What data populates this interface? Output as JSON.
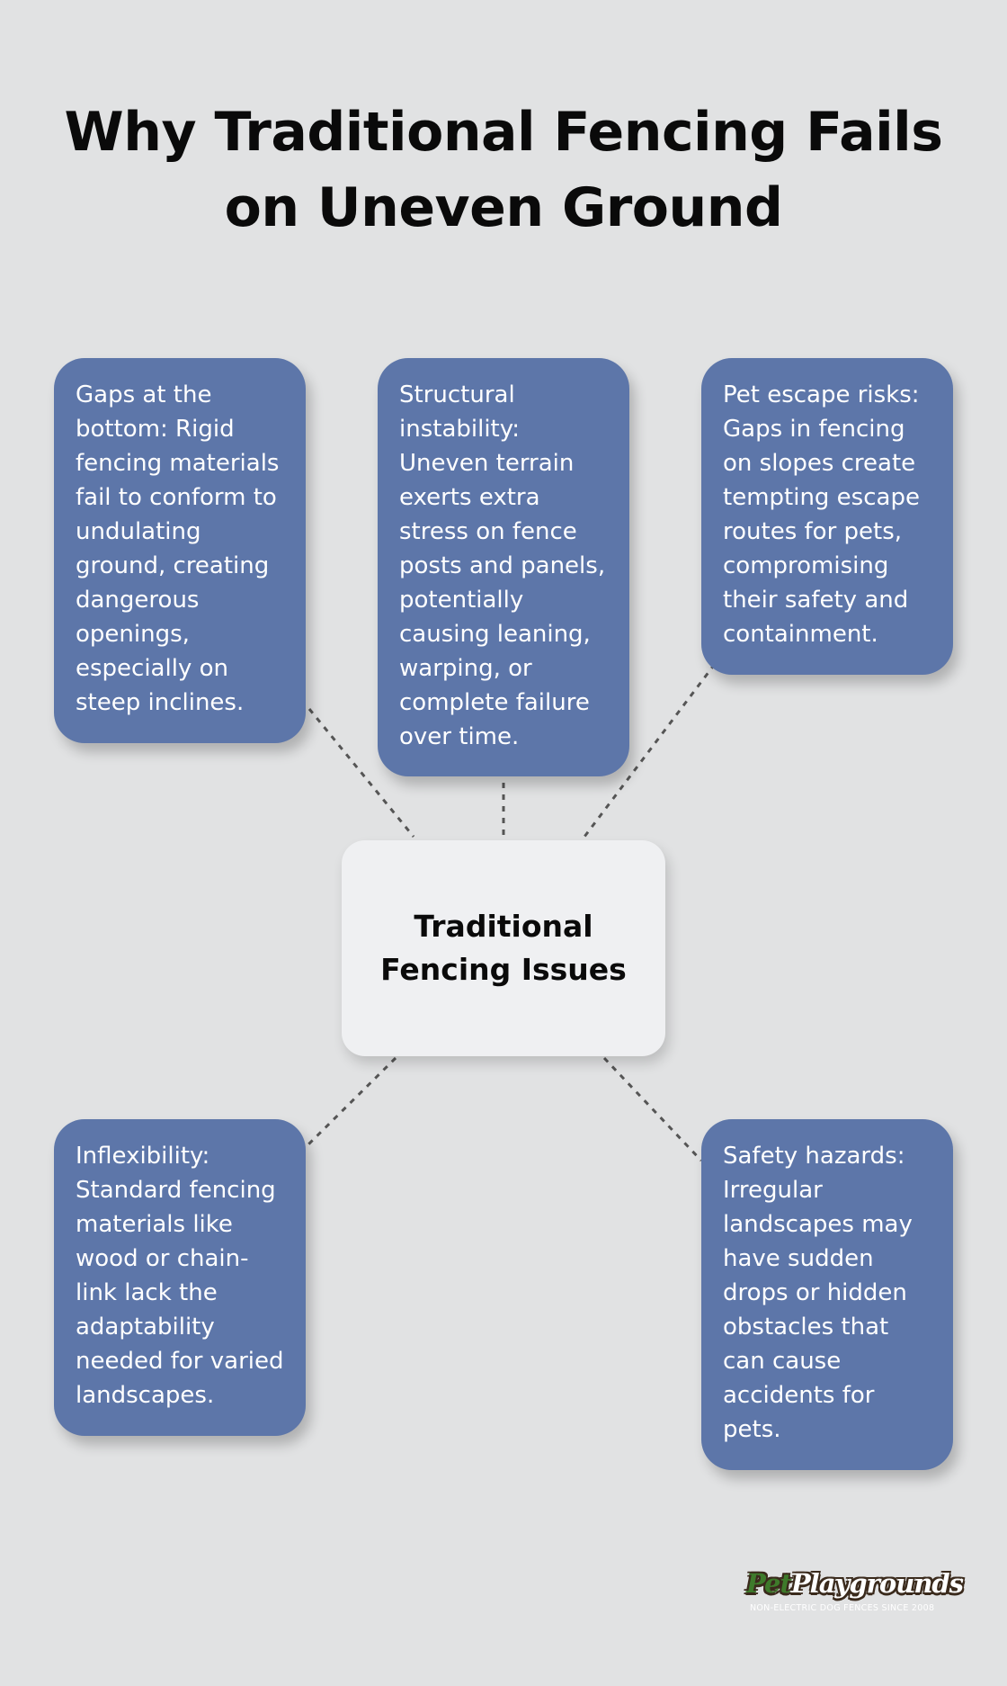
{
  "title": "Why Traditional Fencing Fails on Uneven Ground",
  "center": {
    "label": "Traditional Fencing Issues"
  },
  "cards": [
    {
      "text": "Gaps at the bottom: Rigid fencing materials fail to conform to undulating ground, creating dangerous openings, especially on steep inclines."
    },
    {
      "text": "Structural instability: Uneven terrain exerts extra stress on fence posts and panels, potentially causing leaning, warping, or complete failure over time."
    },
    {
      "text": "Pet escape risks: Gaps in fencing on slopes create tempting escape routes for pets, compromising their safety and containment."
    },
    {
      "text": "Inflexibility: Standard fencing materials like wood or chain-link lack the adaptability needed for varied landscapes."
    },
    {
      "text": "Safety hazards: Irregular landscapes may have sudden drops or hidden obstacles that can cause accidents for pets."
    }
  ],
  "logo": {
    "word_part1": "Pet",
    "word_part2": "Playgrounds",
    "tagline": "NON-ELECTRIC DOG FENCES SINCE 2008"
  },
  "colors": {
    "background": "#e1e2e3",
    "card": "#5d76a9",
    "center_node": "#eff0f2",
    "connector": "#555555"
  }
}
